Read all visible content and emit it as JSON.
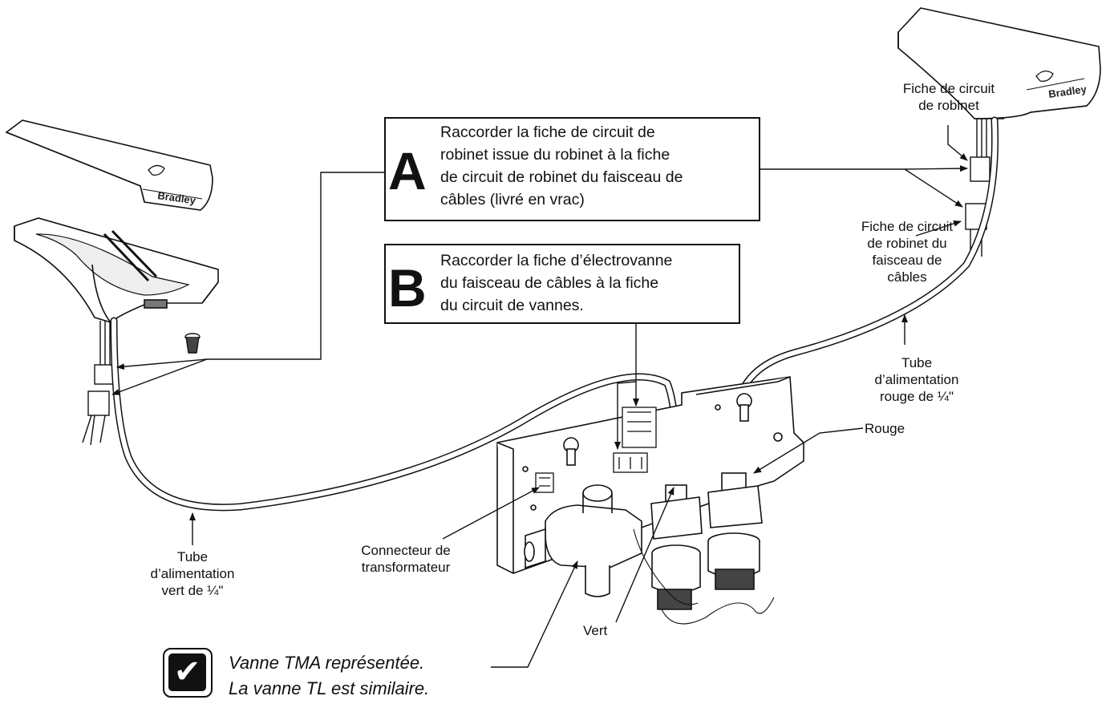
{
  "callout_a": {
    "letter": "A",
    "lines": [
      "Raccorder la fiche de circuit de",
      "robinet issue du robinet à la fiche",
      "de circuit de robinet du faisceau de",
      "câbles (livré en vrac)"
    ]
  },
  "callout_b": {
    "letter": "B",
    "lines": [
      "Raccorder la fiche d’électrovanne",
      "du faisceau de câbles à la fiche",
      "du circuit de vannes."
    ]
  },
  "labels": {
    "fiche_robinet": [
      "Fiche de circuit",
      "de robinet"
    ],
    "fiche_faisceau": [
      "Fiche de circuit",
      "de robinet du",
      "faisceau de",
      "câbles"
    ],
    "tube_rouge": [
      "Tube",
      "d’alimentation",
      "rouge de ¼\""
    ],
    "rouge": "Rouge",
    "tube_vert": [
      "Tube",
      "d’alimentation",
      "vert de ¼\""
    ],
    "connecteur": [
      "Connecteur de",
      "transformateur"
    ],
    "vert": "Vert"
  },
  "brand": "Bradley",
  "note": {
    "icon": "checkmark-icon",
    "lines": [
      "Vanne TMA représentée.",
      "La vanne TL est similaire."
    ]
  }
}
